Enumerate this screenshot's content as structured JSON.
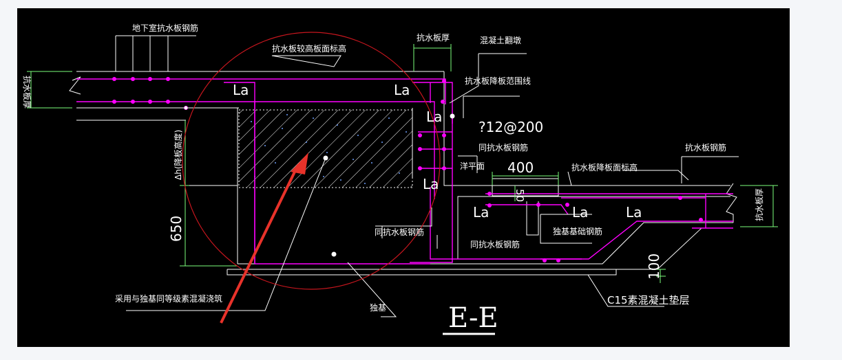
{
  "title": "E-E",
  "colors": {
    "background": "#000000",
    "line_white": "#ffffff",
    "rebar_magenta": "#ff00ff",
    "dimension_green": "#7dff7d",
    "annotation_red": "#e8322a",
    "circle_red": "#c8161e"
  },
  "labels": {
    "basement_rebar": "地下室抗水板钢筋",
    "slab_top_elev_high": "抗水板较高板面标高",
    "slab_thickness_top": "抗水板厚",
    "concrete_upturn": "混凝土翻墩",
    "slab_drop_range": "抗水板降板范围线",
    "rebar_spec": "?12@200",
    "same_rebar_1": "同抗水板钢筋",
    "level_face": "洋平面",
    "dim_400": "400",
    "slab_drop_elev": "抗水板降板面标高",
    "slab_rebar_right": "抗水板钢筋",
    "slab_thickness_left": "抗水板厚",
    "slab_thickness_right": "抗水板厚",
    "dim_50": "50",
    "same_rebar_2": "同抗水板钢筋",
    "footing_rebar": "独基基础钢筋",
    "same_rebar_3": "同抗水板钢筋",
    "fill_concrete_note": "采用与独基同等级素混凝浇筑",
    "footing": "独基",
    "cushion": "C15素混凝土垫层",
    "dim_650": "650",
    "dim_delta_h": "Δh(降板高度)",
    "dim_100": "100",
    "la": [
      "La",
      "La",
      "La",
      "La",
      "La",
      "La",
      "La"
    ]
  }
}
